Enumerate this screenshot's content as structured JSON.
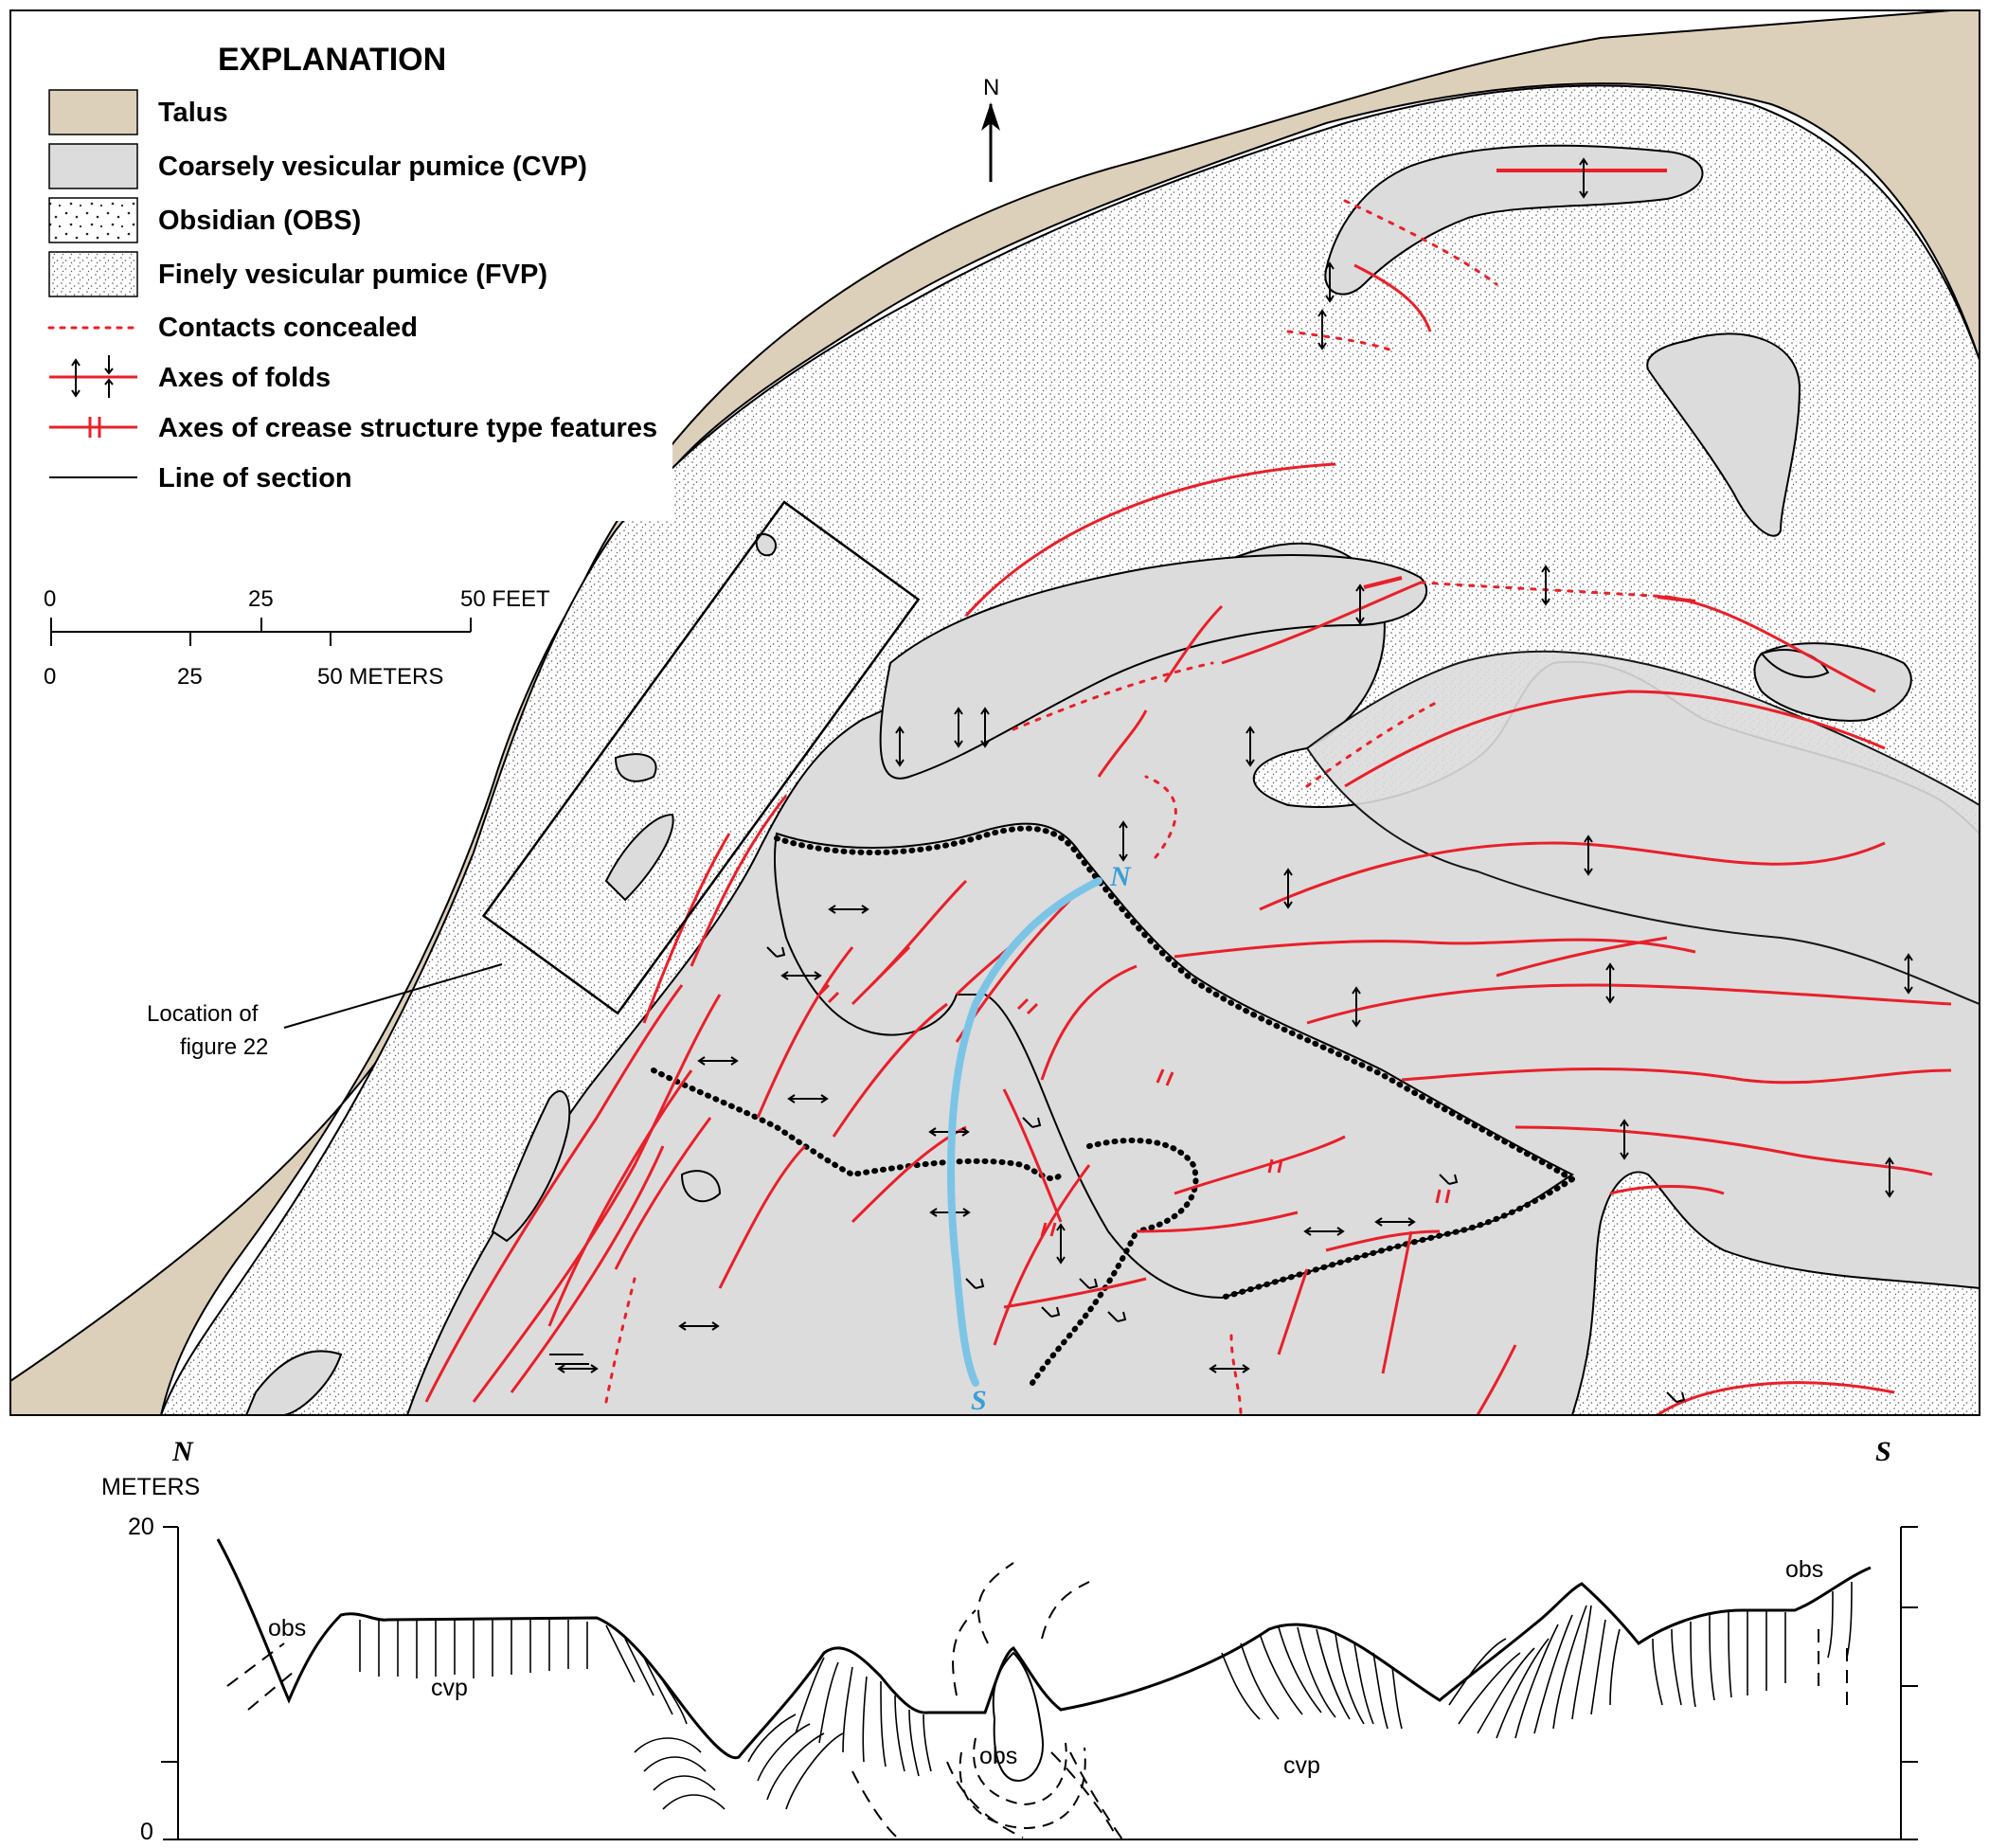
{
  "explanation": {
    "title": "EXPLANATION",
    "items": [
      {
        "label": "Talus",
        "swatch": "talus-fill"
      },
      {
        "label": "Coarsely vesicular pumice (CVP)",
        "swatch": "cvp-fill"
      },
      {
        "label": "Obsidian (OBS)",
        "swatch": "obsidian-pattern"
      },
      {
        "label": "Finely vesicular pumice (FVP)",
        "swatch": "fvp-pattern"
      },
      {
        "label": "Contacts concealed",
        "swatch": "dotted-red-line"
      },
      {
        "label": "Axes of folds",
        "swatch": "fold-axis-symbol"
      },
      {
        "label": "Axes of crease structure type features",
        "swatch": "crease-axis-symbol"
      },
      {
        "label": "Line of section",
        "swatch": "black-line"
      }
    ]
  },
  "north_arrow": {
    "label": "N"
  },
  "scale_bar": {
    "feet": {
      "ticks": [
        "0",
        "25",
        "50 FEET"
      ]
    },
    "meters": {
      "ticks": [
        "0",
        "25",
        "50 METERS"
      ]
    }
  },
  "callout": {
    "line1": "Location of",
    "line2": "figure 22"
  },
  "section_line": {
    "start": "N",
    "end": "S"
  },
  "cross_section": {
    "left_end": "N",
    "right_end": "S",
    "axis_unit": "METERS",
    "axis_ticks": [
      "20",
      "0"
    ],
    "labels": {
      "obs_left": "obs",
      "cvp_left": "cvp",
      "obs_center": "obs",
      "cvp_right": "cvp",
      "obs_right": "obs"
    }
  },
  "colors": {
    "talus": "#ddd0bb",
    "cvp": "#dcdcdc",
    "fold_axis": "#e8202a",
    "section_line": "#7cc4e6",
    "line": "#000000"
  }
}
